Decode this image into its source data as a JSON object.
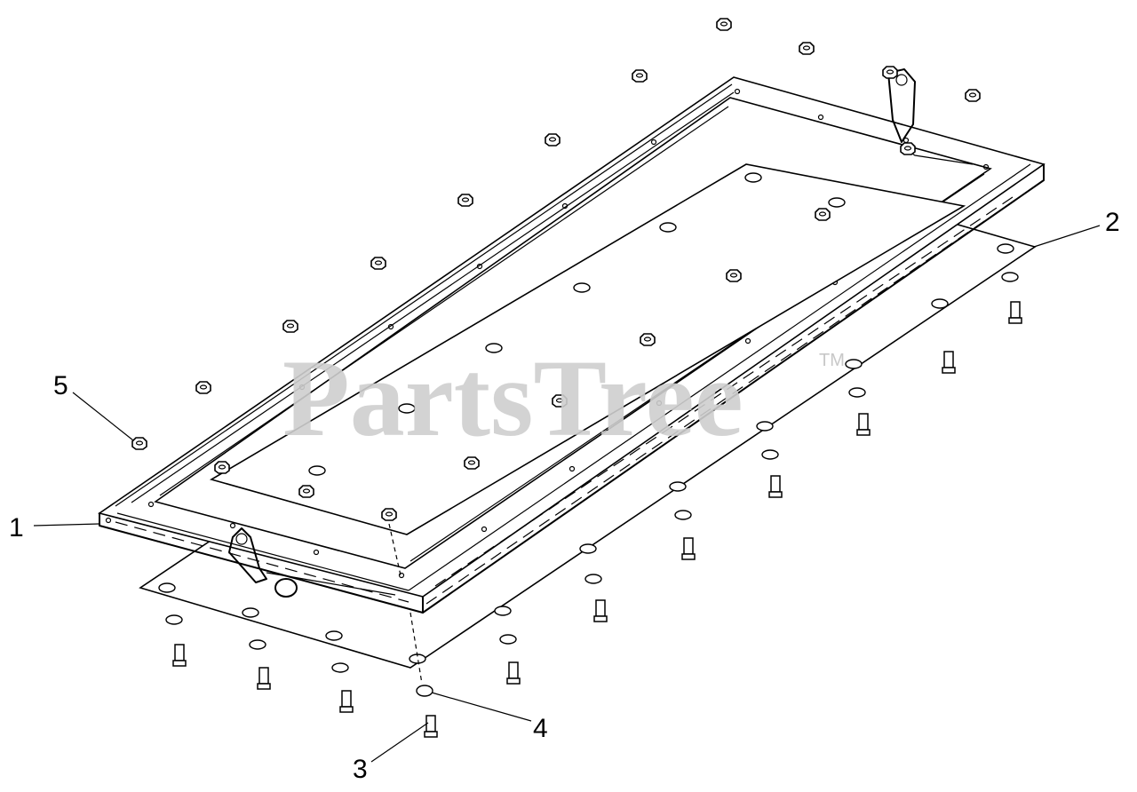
{
  "watermark": {
    "brand": "PartsTree",
    "trademark": "TM"
  },
  "callouts": [
    {
      "id": "1",
      "label": "1"
    },
    {
      "id": "2",
      "label": "2"
    },
    {
      "id": "3",
      "label": "3"
    },
    {
      "id": "4",
      "label": "4"
    },
    {
      "id": "5",
      "label": "5"
    }
  ]
}
